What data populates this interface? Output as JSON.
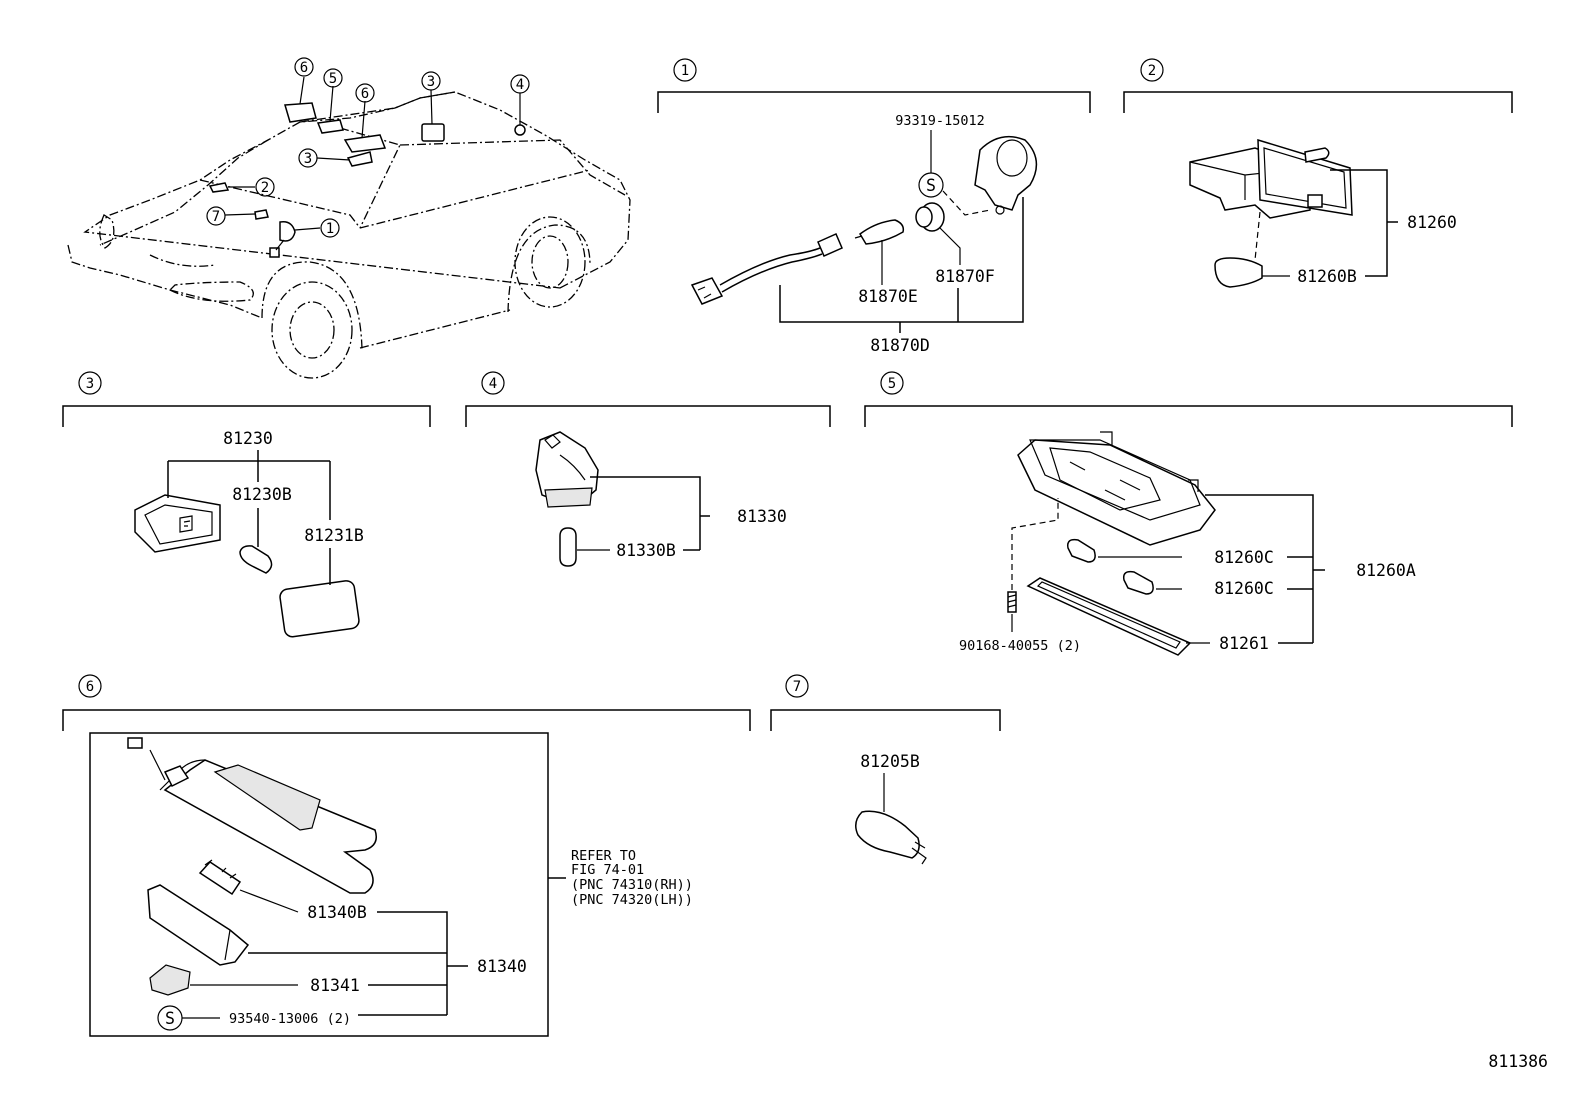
{
  "sections": {
    "s1": "1",
    "s2": "2",
    "s3": "3",
    "s4": "4",
    "s5": "5",
    "s6": "6",
    "s7": "7"
  },
  "car_markers": {
    "m6a": "6",
    "m5": "5",
    "m6b": "6",
    "m3a": "3",
    "m4": "4",
    "m3b": "3",
    "m2": "2",
    "m7": "7",
    "m1": "1"
  },
  "labels": {
    "p93319": "93319-15012",
    "s_mark_1": "S",
    "p81870E": "81870E",
    "p81870F": "81870F",
    "p81870D": "81870D",
    "p81260": "81260",
    "p81260B": "81260B",
    "p81230": "81230",
    "p81230B": "81230B",
    "p81231B": "81231B",
    "p81330": "81330",
    "p81330B": "81330B",
    "p81260C_1": "81260C",
    "p81260C_2": "81260C",
    "p81260A": "81260A",
    "p81261": "81261",
    "p90168": "90168-40055 (2)",
    "refer_1": "REFER TO",
    "refer_2": "FIG 74-01",
    "refer_3": "(PNC 74310(RH))",
    "refer_4": "(PNC 74320(LH))",
    "p81340B": "81340B",
    "p81340": "81340",
    "p81341": "81341",
    "s_mark_6": "S",
    "p93540": "93540-13006 (2)",
    "p81205B": "81205B"
  },
  "figure_id": "811386"
}
